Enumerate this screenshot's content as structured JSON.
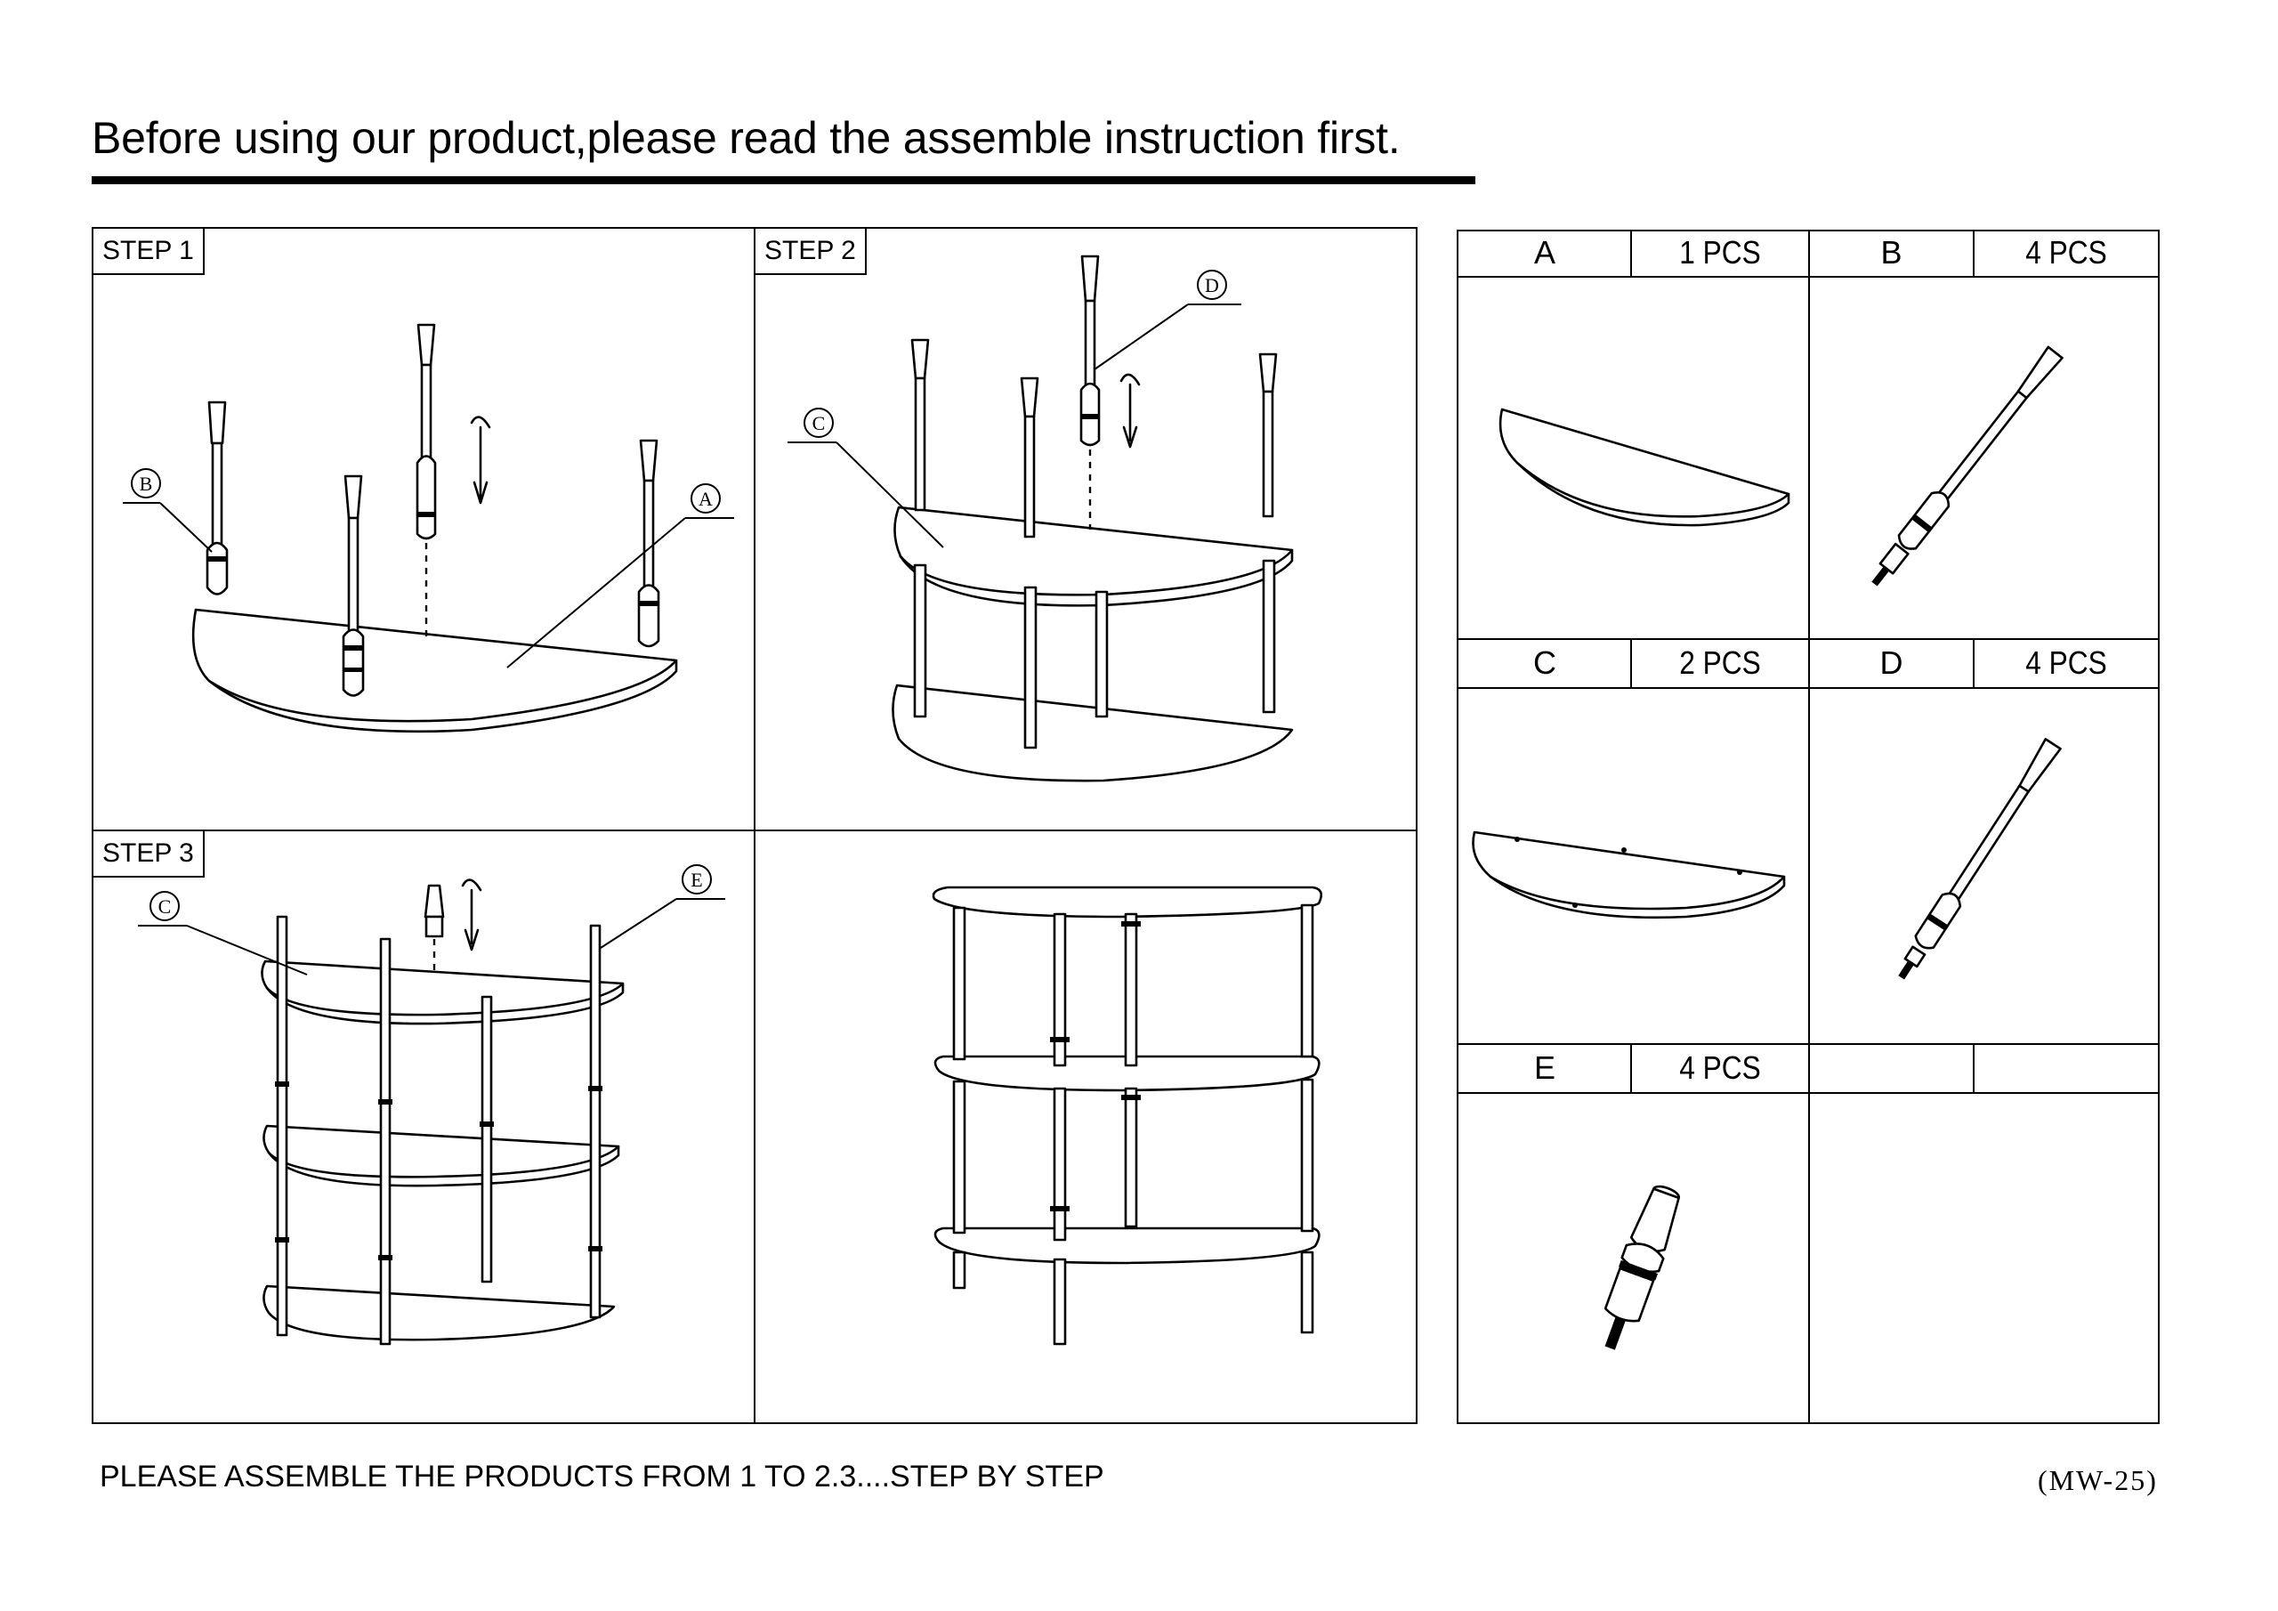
{
  "heading": "Before using our product,please read the assemble instruction first.",
  "steps": {
    "step1": {
      "label": "STEP 1",
      "callouts": [
        "B",
        "A"
      ]
    },
    "step2": {
      "label": "STEP 2",
      "callouts": [
        "C",
        "D"
      ]
    },
    "step3": {
      "label": "STEP 3",
      "callouts": [
        "C",
        "E"
      ]
    }
  },
  "footer_note": "PLEASE ASSEMBLE THE PRODUCTS FROM 1 TO 2.3....STEP BY STEP",
  "model_code": "(MW-25)",
  "parts": [
    {
      "letter": "A",
      "qty": "1 PCS",
      "icon": "half-round-shelf-icon"
    },
    {
      "letter": "B",
      "qty": "4 PCS",
      "icon": "long-leg-with-bolt-icon"
    },
    {
      "letter": "C",
      "qty": "2 PCS",
      "icon": "half-round-shelf-with-holes-icon"
    },
    {
      "letter": "D",
      "qty": "4 PCS",
      "icon": "long-leg-icon"
    },
    {
      "letter": "E",
      "qty": "4 PCS",
      "icon": "finial-icon"
    }
  ]
}
